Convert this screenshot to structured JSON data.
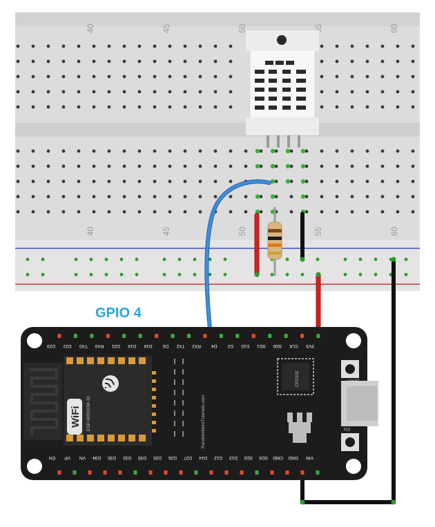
{
  "annotation": {
    "gpio_label": "GPIO 4"
  },
  "breadboard": {
    "column_numbers_top": [
      "40",
      "45",
      "50",
      "55",
      "60"
    ],
    "column_numbers_bottom": [
      "40",
      "45",
      "50",
      "55",
      "60"
    ]
  },
  "esp32": {
    "top_pins": [
      "D23",
      "D22",
      "TX0",
      "RX0",
      "D21",
      "D19",
      "D18",
      "D5",
      "TX2",
      "RX2",
      "D4",
      "D2",
      "D15",
      "SD1",
      "SD0",
      "CLK",
      "3V3"
    ],
    "bottom_pins": [
      "EN",
      "VP",
      "VN",
      "D34",
      "D35",
      "D32",
      "D33",
      "D25",
      "D26",
      "D27",
      "D14",
      "D12",
      "D13",
      "SD2",
      "SD3",
      "CMD",
      "GND",
      "VIN"
    ],
    "module_text": "ESP-WROOM-32",
    "wifi_text": "WiFi",
    "usb_chip_text": "CP2102",
    "silkscreen_text": "RandomNerdTutorials.com",
    "boot_label": "BOOT",
    "en_label": "EN"
  },
  "colors": {
    "wire_blue": "#2f7fd3",
    "wire_red": "#c81a1a",
    "wire_black": "#1a1a1a",
    "gpio_text": "#2aa5e0",
    "board": "#1c1c1c"
  }
}
